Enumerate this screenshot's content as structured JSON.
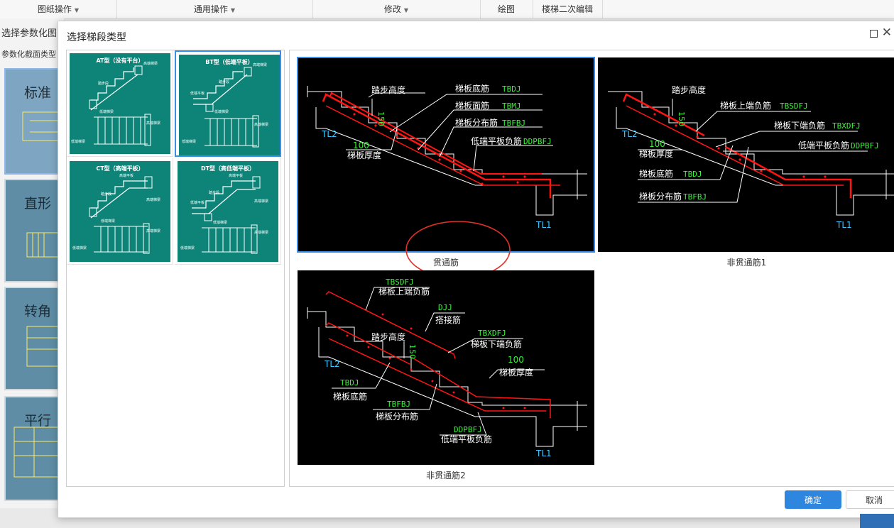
{
  "ribbon": {
    "groups": [
      {
        "label": "图纸操作"
      },
      {
        "label": "通用操作"
      },
      {
        "label": "修改"
      },
      {
        "label": "绘图"
      },
      {
        "label": "楼梯二次编辑"
      }
    ]
  },
  "background": {
    "title": "选择参数化图",
    "subtitle": "参数化截面类型",
    "cards": [
      "标准",
      "直形",
      "转角",
      "平行"
    ]
  },
  "dialog": {
    "title": "选择梯段类型",
    "types": [
      {
        "label": "AT型（没有平台）"
      },
      {
        "label": "BT型（低端平板）"
      },
      {
        "label": "CT型（高端平板）"
      },
      {
        "label": "DT型（高低端平板）"
      }
    ],
    "type_drawing_labels": {
      "high_beam": "高端梯梁",
      "low_beam": "低端梯梁",
      "step_seg": "踏步段",
      "low_slab": "低端平板",
      "high_slab": "高端平板"
    },
    "previews": [
      {
        "caption": "贯通筋",
        "labels": {
          "step_h": "踏步高度",
          "d150": "150",
          "tl2": "TL2",
          "tl1": "TL1",
          "d100": "100",
          "thick": "梯板厚度",
          "bottom": "梯板底筋",
          "bottom_code": "TBDJ",
          "top": "梯板面筋",
          "top_code": "TBMJ",
          "dist": "梯板分布筋",
          "dist_code": "TBFBJ",
          "low_neg": "低端平板负筋",
          "low_neg_code": "DDPBFJ"
        }
      },
      {
        "caption": "非贯通筋1",
        "labels": {
          "step_h": "踏步高度",
          "d150": "150",
          "tl2": "TL2",
          "tl1": "TL1",
          "d100": "100",
          "thick": "梯板厚度",
          "upper_neg": "梯板上端负筋",
          "upper_neg_code": "TBSDFJ",
          "lower_neg": "梯板下端负筋",
          "lower_neg_code": "TBXDFJ",
          "low_neg": "低端平板负筋",
          "low_neg_code": "DDPBFJ",
          "bottom": "梯板底筋",
          "bottom_code": "TBDJ",
          "dist": "梯板分布筋",
          "dist_code": "TBFBJ"
        }
      },
      {
        "caption": "非贯通筋2",
        "labels": {
          "upper_neg_code": "TBSDFJ",
          "upper_neg": "梯板上端负筋",
          "lap_code": "DJJ",
          "lap": "搭接筋",
          "step_h": "踏步高度",
          "d150": "150",
          "lower_neg_code": "TBXDFJ",
          "lower_neg": "梯板下端负筋",
          "tl2": "TL2",
          "d100": "100",
          "thick": "梯板厚度",
          "bottom_code": "TBDJ",
          "bottom": "梯板底筋",
          "dist_code": "TBFBJ",
          "dist": "梯板分布筋",
          "low_neg_code": "DDPBFJ",
          "low_neg": "低端平板负筋",
          "tl1": "TL1"
        }
      }
    ],
    "ok_label": "确定",
    "cancel_label": "取消"
  }
}
